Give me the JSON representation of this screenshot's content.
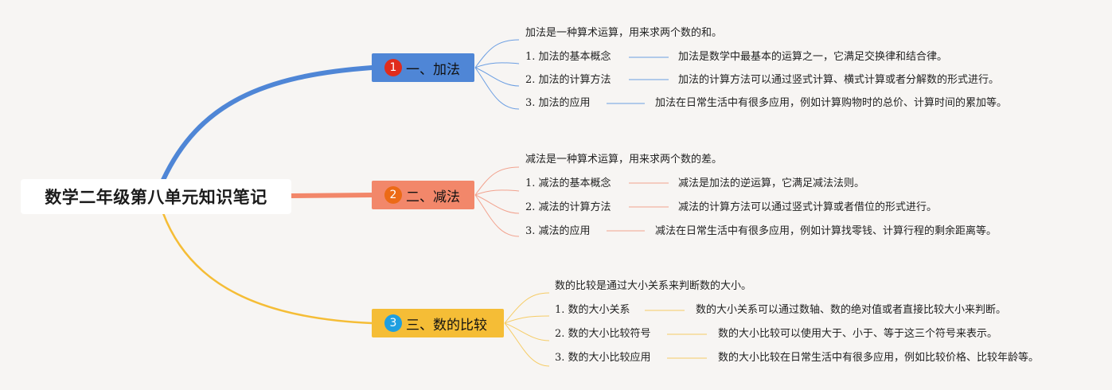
{
  "root": {
    "title": "数学二年级第八单元知识笔记"
  },
  "branches": [
    {
      "number": "1",
      "label": "一、加法",
      "color": "#4f86d6",
      "badge_color": "#e02c1c",
      "line_color": "#6b9ee2",
      "intro": "加法是一种算术运算，用来求两个数的和。",
      "items": [
        {
          "label": "1. 加法的基本概念",
          "detail": "加法是数学中最基本的运算之一，它满足交换律和结合律。"
        },
        {
          "label": "2. 加法的计算方法",
          "detail": "加法的计算方法可以通过竖式计算、横式计算或者分解数的形式进行。"
        },
        {
          "label": "3. 加法的应用",
          "detail": "加法在日常生活中有很多应用，例如计算购物时的总价、计算时间的累加等。"
        }
      ]
    },
    {
      "number": "2",
      "label": "二、减法",
      "color": "#f2876a",
      "badge_color": "#ec6a16",
      "line_color": "#f2a28e",
      "intro": "减法是一种算术运算，用来求两个数的差。",
      "items": [
        {
          "label": "1. 减法的基本概念",
          "detail": "减法是加法的逆运算，它满足减法法则。"
        },
        {
          "label": "2. 减法的计算方法",
          "detail": "减法的计算方法可以通过竖式计算或者借位的形式进行。"
        },
        {
          "label": "3. 减法的应用",
          "detail": "减法在日常生活中有很多应用，例如计算找零钱、计算行程的剩余距离等。"
        }
      ]
    },
    {
      "number": "3",
      "label": "三、数的比较",
      "color": "#f5bd36",
      "badge_color": "#1f9fe0",
      "line_color": "#f6cc66",
      "intro": "数的比较是通过大小关系来判断数的大小。",
      "items": [
        {
          "label": "1. 数的大小关系",
          "detail": "数的大小关系可以通过数轴、数的绝对值或者直接比较大小来判断。"
        },
        {
          "label": "2. 数的大小比较符号",
          "detail": "数的大小比较可以使用大于、小于、等于这三个符号来表示。"
        },
        {
          "label": "3. 数的大小比较应用",
          "detail": "数的大小比较在日常生活中有很多应用，例如比较价格、比较年龄等。"
        }
      ]
    }
  ]
}
